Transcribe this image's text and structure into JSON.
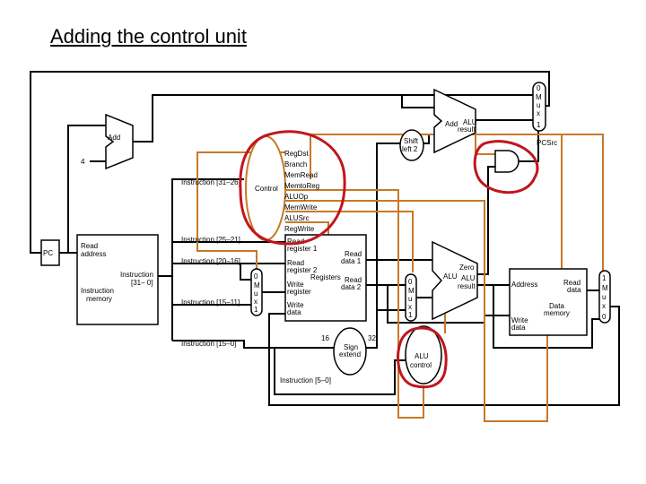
{
  "title": "Adding the control unit",
  "pc": "PC",
  "four": "4",
  "add": "Add",
  "instr_mem": {
    "read_address": [
      "Read",
      "address"
    ],
    "instruction": [
      "Instruction",
      "[31– 0]"
    ],
    "name": [
      "Instruction",
      "memory"
    ]
  },
  "fields": {
    "f31_26": "Instruction [31–26]",
    "f25_21": "Instruction [25–21]",
    "f20_16": "Instruction [20–16]",
    "f15_11": "Instruction [15–11]",
    "f15_0": "Instruction [15–0]",
    "f5_0": "Instruction [5–0]"
  },
  "control": {
    "name": "Control",
    "signals": [
      "RegDst",
      "Branch",
      "MemRead",
      "MemtoReg",
      "ALUOp",
      "MemWrite",
      "ALUSrc",
      "RegWrite"
    ]
  },
  "registers": {
    "read_reg1": [
      "Read",
      "register 1"
    ],
    "read_reg2": [
      "Read",
      "register 2"
    ],
    "write_reg": [
      "Write",
      "register"
    ],
    "write_data": [
      "Write",
      "data"
    ],
    "read_data1": [
      "Read",
      "data 1"
    ],
    "read_data2": [
      "Read",
      "data 2"
    ],
    "name": "Registers"
  },
  "mux": [
    "0",
    "M",
    "u",
    "x",
    "1"
  ],
  "mux_pc": [
    "0",
    "M",
    "u",
    "x",
    "1"
  ],
  "mux_wb": [
    "1",
    "M",
    "u",
    "x",
    "0"
  ],
  "sign_extend": {
    "label": [
      "Sign",
      "extend"
    ],
    "in_bits": "16",
    "out_bits": "32"
  },
  "shift": [
    "Shift",
    "left 2"
  ],
  "alu_add": {
    "add": "Add",
    "alu": "ALU",
    "result": "result"
  },
  "alu_main": {
    "alu": "ALU",
    "alu2": "ALU",
    "result": "result",
    "zero": "Zero"
  },
  "alu_control": [
    "ALU",
    "control"
  ],
  "pcsrc": "PCSrc",
  "data_mem": {
    "address": "Address",
    "read_data": [
      "Read",
      "data"
    ],
    "write_data": [
      "Write",
      "data"
    ],
    "name": [
      "Data",
      "memory"
    ]
  },
  "colors": {
    "control": "#c8782a",
    "highlight": "#c0161e",
    "wire": "#000000"
  }
}
